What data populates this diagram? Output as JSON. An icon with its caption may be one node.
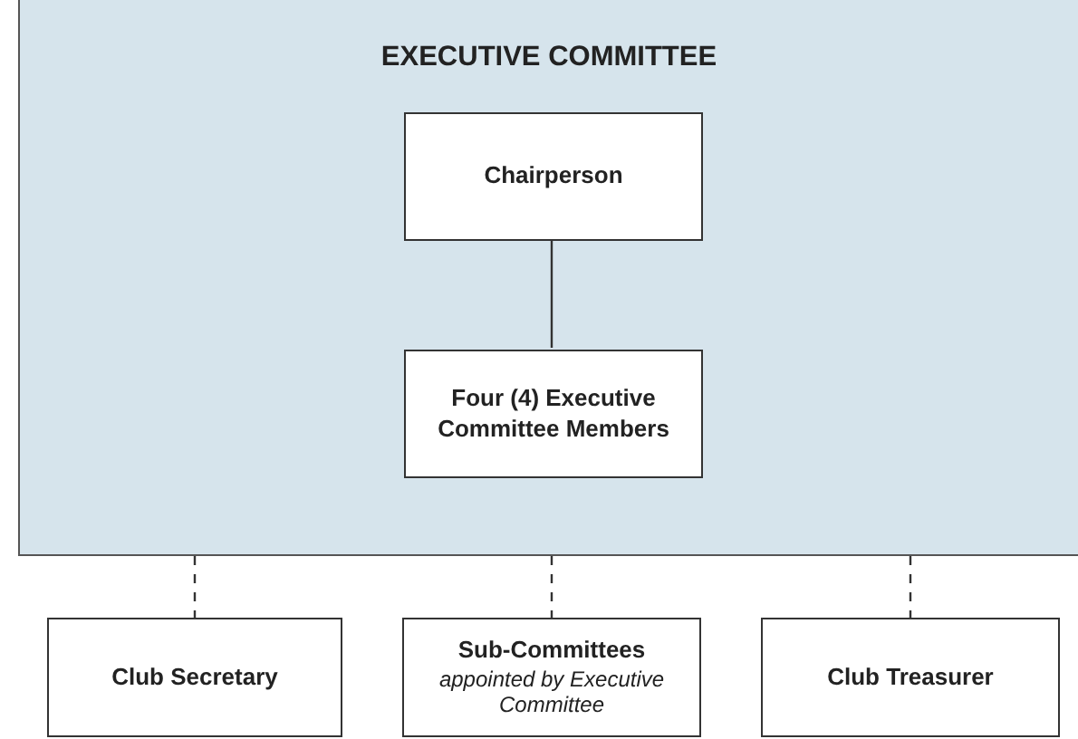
{
  "diagram": {
    "nodes": [
      {
        "text": [
          "EXECUTIVE COMMITTEE"
        ]
      },
      {
        "text": [
          "Chairperson"
        ],
        "in": 0
      },
      {
        "text": [
          "Four (4) Executive Committee Members"
        ],
        "in": 0
      },
      {
        "text": [
          "Club Secretary"
        ]
      },
      {
        "text": [
          "Sub-Committees",
          "appointed by Executive Committee"
        ]
      },
      {
        "text": [
          "Club Treasurer"
        ]
      }
    ],
    "edges": [
      {
        "from": 1,
        "to": 2,
        "arrow": "none"
      },
      {
        "from": 0,
        "to": 3,
        "arrow": "none",
        "style": "dashed"
      },
      {
        "from": 0,
        "to": 4,
        "arrow": "none",
        "style": "dashed"
      },
      {
        "from": 0,
        "to": 5,
        "arrow": "none",
        "style": "dashed"
      }
    ]
  }
}
